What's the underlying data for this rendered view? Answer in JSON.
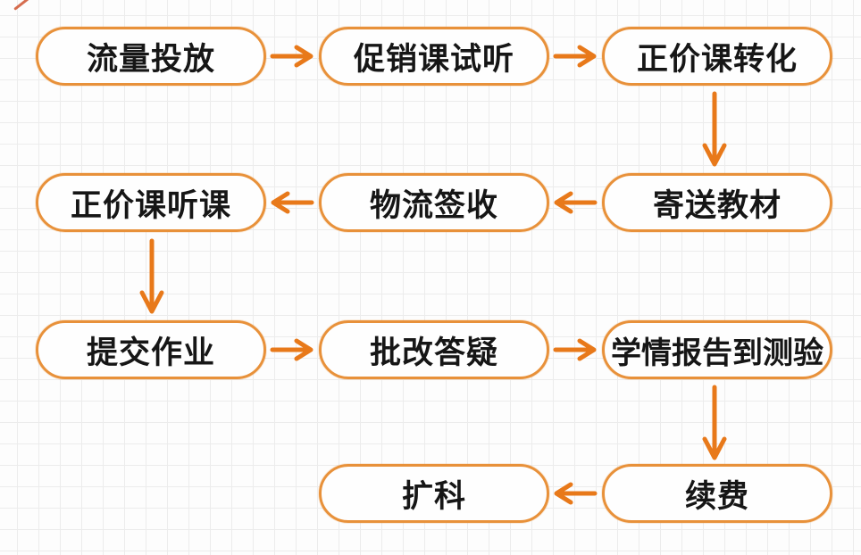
{
  "diagram": {
    "type": "flowchart",
    "accent_color": "#E8791A",
    "node_border_color": "#E8913A",
    "node_fill_color": "#FEFEFE",
    "text_color": "#161616",
    "grid_line_color": "#ECECEC",
    "background_color": "#FDFDFD",
    "nodes": [
      {
        "id": "traffic",
        "label": "流量投放"
      },
      {
        "id": "trial",
        "label": "促销课试听"
      },
      {
        "id": "convert",
        "label": "正价课转化"
      },
      {
        "id": "materials",
        "label": "寄送教材"
      },
      {
        "id": "logistics",
        "label": "物流签收"
      },
      {
        "id": "attend",
        "label": "正价课听课"
      },
      {
        "id": "homework",
        "label": "提交作业"
      },
      {
        "id": "grading",
        "label": "批改答疑"
      },
      {
        "id": "report",
        "label": "学情报告到测验"
      },
      {
        "id": "renew",
        "label": "续费"
      },
      {
        "id": "expand",
        "label": "扩科"
      }
    ],
    "edges": [
      {
        "from": "流量投放",
        "to": "促销课试听",
        "direction": "right"
      },
      {
        "from": "促销课试听",
        "to": "正价课转化",
        "direction": "right"
      },
      {
        "from": "正价课转化",
        "to": "寄送教材",
        "direction": "down"
      },
      {
        "from": "寄送教材",
        "to": "物流签收",
        "direction": "left"
      },
      {
        "from": "物流签收",
        "to": "正价课听课",
        "direction": "left"
      },
      {
        "from": "正价课听课",
        "to": "提交作业",
        "direction": "down"
      },
      {
        "from": "提交作业",
        "to": "批改答疑",
        "direction": "right"
      },
      {
        "from": "批改答疑",
        "to": "学情报告到测验",
        "direction": "right"
      },
      {
        "from": "学情报告到测验",
        "to": "续费",
        "direction": "down"
      },
      {
        "from": "续费",
        "to": "扩科",
        "direction": "left"
      }
    ]
  }
}
